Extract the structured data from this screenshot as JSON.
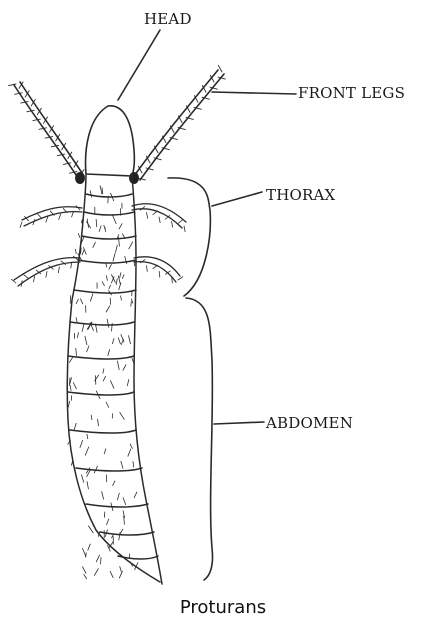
{
  "diagram": {
    "labels": {
      "head": "HEAD",
      "front_legs": "FRONT LEGS",
      "thorax": "THORAX",
      "abdomen": "ABDOMEN"
    },
    "caption": "Proturans"
  },
  "colors": {
    "ink": "#2a2a2a",
    "background": "#ffffff"
  }
}
